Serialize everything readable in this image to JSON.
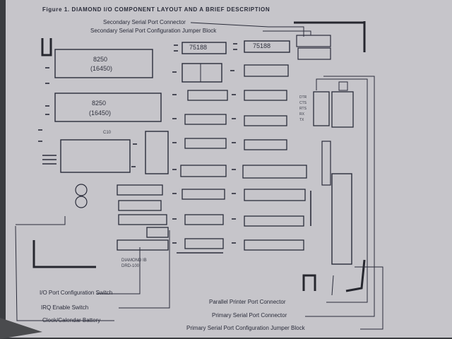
{
  "document": {
    "figure_title": "Figure 1.  DIAMOND I/O COMPONENT LAYOUT AND A BRIEF DESCRIPTION",
    "board_id": "DIAMOND IB",
    "board_part": "DRD-100"
  },
  "chips": {
    "uart_top": "8250",
    "uart_top_alt": "(16450)",
    "uart_bottom": "8250",
    "uart_bottom_alt": "(16450)",
    "driver_left": "75188",
    "driver_right": "75188",
    "capacitor_c10": "C10"
  },
  "jumper_labels": [
    "DTR",
    "CTS",
    "RTS",
    "RX",
    "TX"
  ],
  "callouts": {
    "secondary_serial_connector": "Secondary Serial Port Connector",
    "secondary_serial_jumper": "Secondary Serial Port Configuration Jumper Block",
    "io_port_switch": "I/O Port Configuration Switch",
    "irq_switch": "IRQ Enable Switch",
    "clock_battery": "Clock/Calendar Battery",
    "parallel_connector": "Parallel Printer Port Connector",
    "primary_serial_connector": "Primary Serial Port Connector",
    "primary_serial_jumper": "Primary Serial Port Configuration Jumper Block"
  },
  "colors": {
    "paper": "#c9c8cc",
    "ink": "#2a2c3a",
    "background": "#3a3c40"
  }
}
